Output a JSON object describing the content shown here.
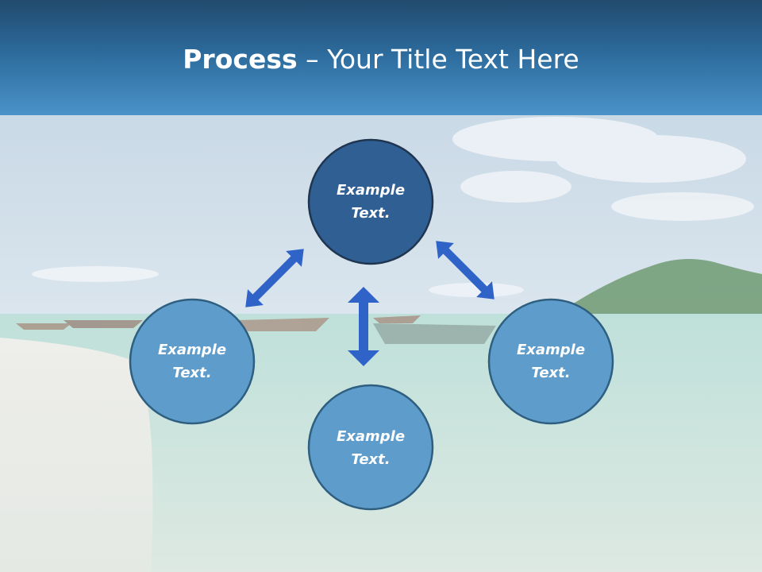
{
  "header": {
    "title_bold": "Process",
    "title_rest": " – Your Title Text Here"
  },
  "diagram": {
    "nodes": [
      {
        "id": "top",
        "line1": "Example",
        "line2": "Text."
      },
      {
        "id": "left",
        "line1": "Example",
        "line2": "Text."
      },
      {
        "id": "right",
        "line1": "Example",
        "line2": "Text."
      },
      {
        "id": "bottom",
        "line1": "Example",
        "line2": "Text."
      }
    ]
  },
  "colors": {
    "header_dark": "#214a6e",
    "header_light": "#4a93c8",
    "node_primary": "#2f5f93",
    "node_secondary": "#5e9ccb",
    "node_border": "#2a4f6e",
    "arrow": "#2f63c8"
  }
}
